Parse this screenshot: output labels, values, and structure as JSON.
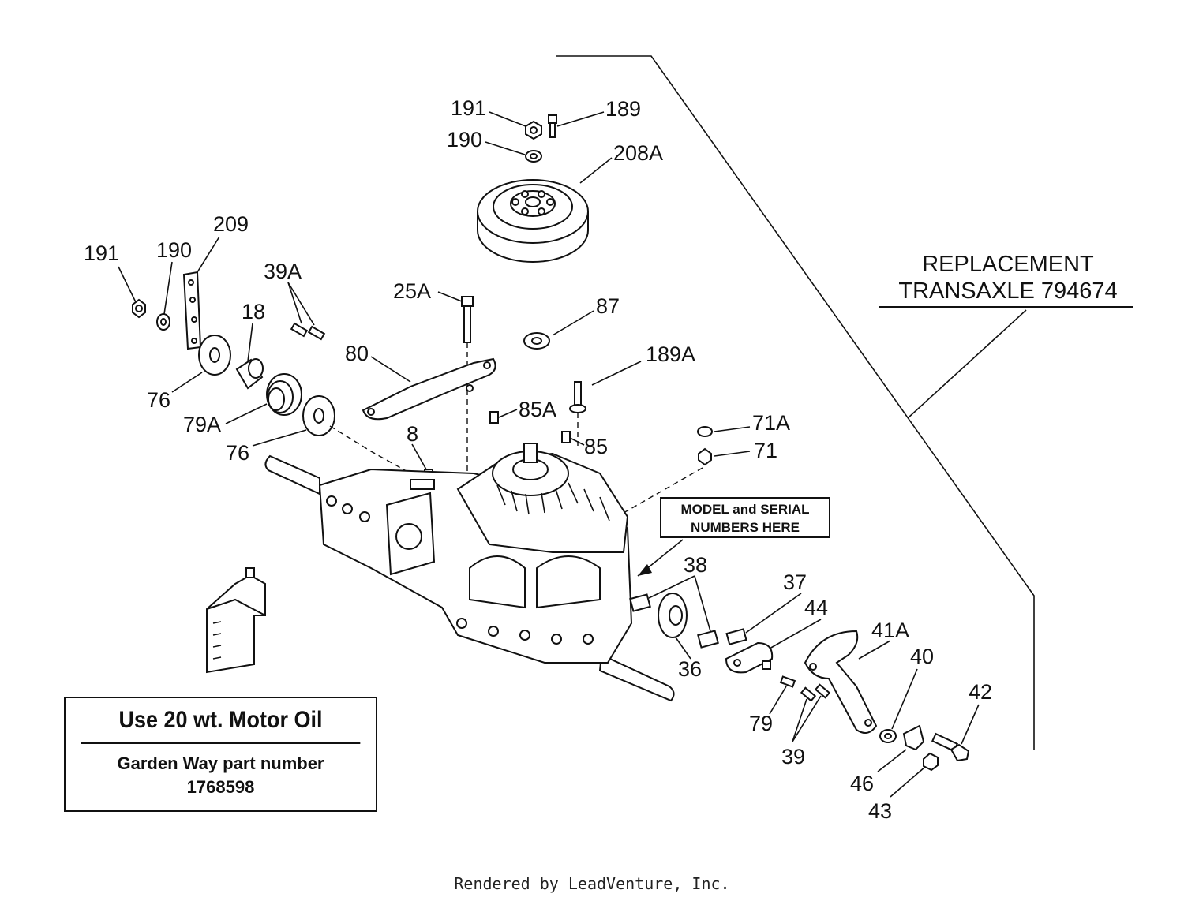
{
  "callouts": {
    "c191_top": "191",
    "c189": "189",
    "c190_top": "190",
    "c208a": "208A",
    "c209": "209",
    "c191_left": "191",
    "c190_left": "190",
    "c39a": "39A",
    "c18": "18",
    "c25a": "25A",
    "c87": "87",
    "c80": "80",
    "c189a": "189A",
    "c76_upper": "76",
    "c79a": "79A",
    "c76_lower": "76",
    "c85a": "85A",
    "c8": "8",
    "c85": "85",
    "c71a": "71A",
    "c71": "71",
    "c38": "38",
    "c37": "37",
    "c44": "44",
    "c41a": "41A",
    "c40": "40",
    "c36": "36",
    "c42": "42",
    "c79": "79",
    "c39": "39",
    "c46": "46",
    "c43": "43"
  },
  "replacement": {
    "line1": "REPLACEMENT",
    "line2": "TRANSAXLE 794674"
  },
  "serial_note": {
    "line1": "MODEL and SERIAL",
    "line2": "NUMBERS HERE"
  },
  "oil_box": {
    "heading": "Use 20 wt. Motor Oil",
    "line1": "Garden Way part number",
    "line2": "1768598"
  },
  "footer": "Rendered by LeadVenture, Inc."
}
